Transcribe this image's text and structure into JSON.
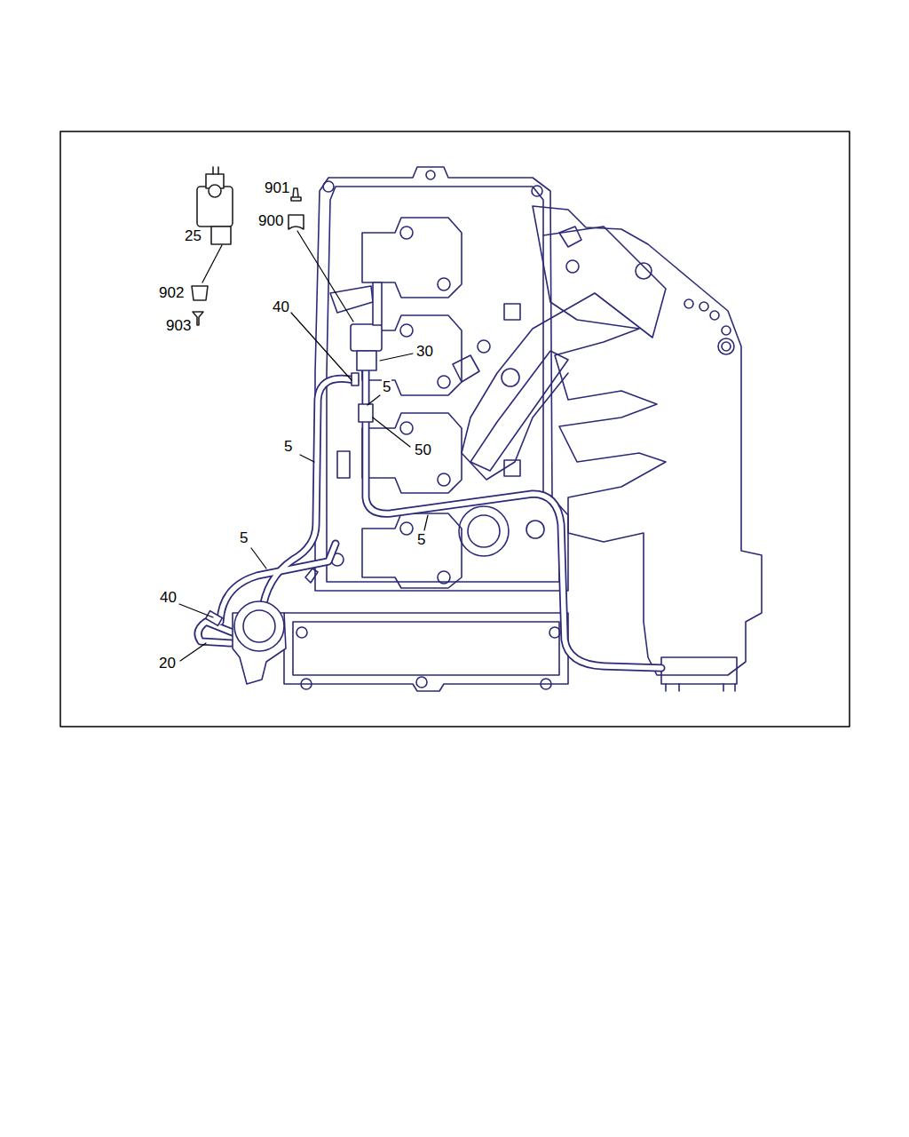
{
  "diagram": {
    "labels": [
      "901",
      "900",
      "25",
      "902",
      "903",
      "40",
      "30",
      "5",
      "50",
      "5",
      "5",
      "5",
      "40",
      "20"
    ]
  }
}
